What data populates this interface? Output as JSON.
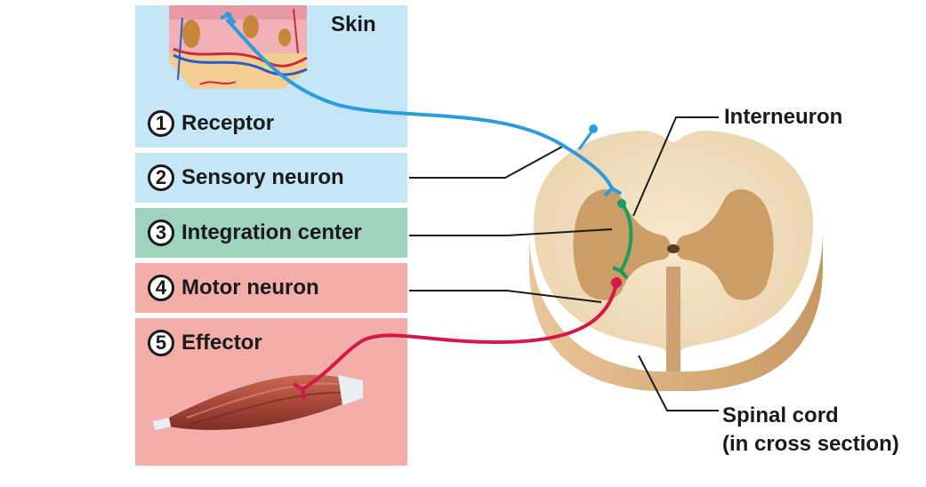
{
  "skin_label": "Skin",
  "steps": [
    {
      "number": "1",
      "label": "Receptor"
    },
    {
      "number": "2",
      "label": "Sensory neuron"
    },
    {
      "number": "3",
      "label": "Integration center"
    },
    {
      "number": "4",
      "label": "Motor neuron"
    },
    {
      "number": "5",
      "label": "Effector"
    }
  ],
  "callouts": {
    "interneuron": "Interneuron",
    "spinal_cord_line1": "Spinal cord",
    "spinal_cord_line2": "(in cross section)"
  },
  "colors": {
    "receptor_panel": "#c5e6f6",
    "sensory_panel": "#c5e6f6",
    "integration_panel": "#9fd3c0",
    "motor_panel": "#f3aeaa",
    "effector_panel": "#f3aeaa",
    "sensory_neuron": "#2b9be0",
    "interneuron": "#1c9a62",
    "motor_neuron": "#d4184a",
    "white_matter": "#f2dfc0",
    "gray_matter": "#c99a62"
  }
}
